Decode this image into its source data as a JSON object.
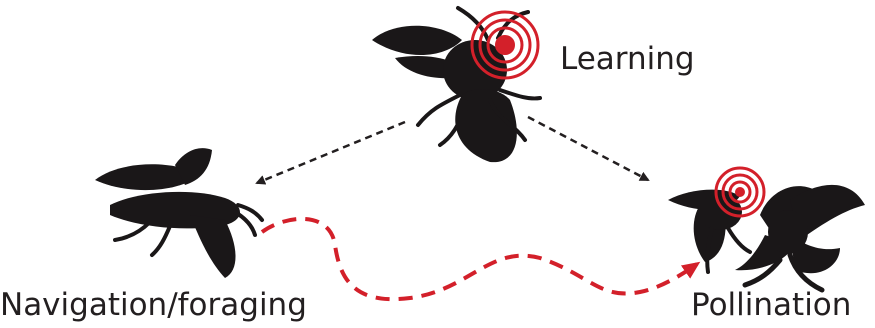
{
  "labels": {
    "learning": "Learning",
    "navigation": "Navigation/foraging",
    "pollination": "Pollination"
  },
  "colors": {
    "silhouette": "#1a1718",
    "accent": "#d3202a",
    "arrow": "#231f20",
    "text": "#231f20"
  },
  "icons": {
    "top_bee": "bee-silhouette-icon",
    "left_bee": "flying-bee-silhouette-icon",
    "right_bee": "bee-on-flower-icon",
    "flower": "flower-silhouette-icon",
    "brain_target": "concentric-circles-icon"
  }
}
